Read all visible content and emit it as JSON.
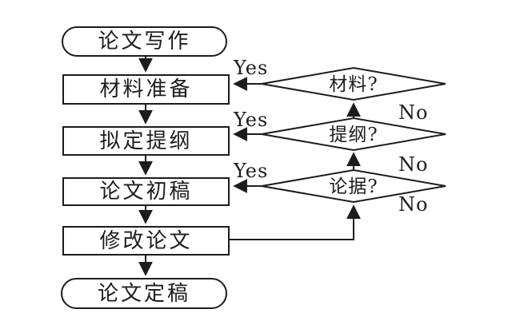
{
  "flowchart": {
    "nodes": {
      "start": "论文写作",
      "prepare": "材料准备",
      "outline": "拟定提纲",
      "draft": "论文初稿",
      "revise": "修改论文",
      "final": "论文定稿"
    },
    "decisions": {
      "material": "材料?",
      "outline_check": "提纲?",
      "evidence": "论据?"
    },
    "edge_labels": {
      "yes_material": "Yes",
      "yes_outline": "Yes",
      "yes_evidence": "Yes",
      "no_material": "No",
      "no_outline": "No",
      "no_evidence": "No"
    },
    "edges": [
      {
        "from": "start",
        "to": "prepare"
      },
      {
        "from": "prepare",
        "to": "outline"
      },
      {
        "from": "outline",
        "to": "draft"
      },
      {
        "from": "draft",
        "to": "revise"
      },
      {
        "from": "revise",
        "to": "final"
      },
      {
        "from": "revise",
        "to": "evidence",
        "label": "No"
      },
      {
        "from": "evidence",
        "to": "outline_check",
        "label": "No"
      },
      {
        "from": "outline_check",
        "to": "material",
        "label": "No"
      },
      {
        "from": "material",
        "to": "prepare",
        "label": "Yes"
      },
      {
        "from": "outline_check",
        "to": "outline",
        "label": "Yes"
      },
      {
        "from": "evidence",
        "to": "draft",
        "label": "Yes"
      }
    ]
  },
  "colors": {
    "ink": "#1c1c1c",
    "paper": "#ffffff"
  }
}
